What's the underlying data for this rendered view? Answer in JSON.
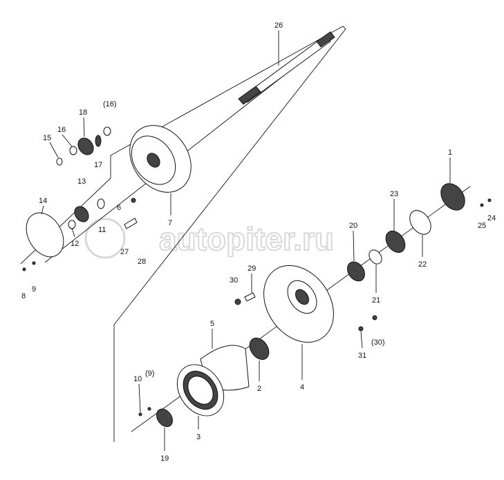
{
  "watermark": "autopiter.ru",
  "labels": {
    "p26": "26",
    "p18": "18",
    "p16b": "(16)",
    "p16": "16",
    "p15": "15",
    "p17": "17",
    "p13": "13",
    "p14": "14",
    "p6": "6",
    "p11": "11",
    "p7": "7",
    "p27": "27",
    "p28": "28",
    "p12": "12",
    "p8": "8",
    "p9": "9",
    "p1": "1",
    "p23": "23",
    "p22": "22",
    "p20": "20",
    "p21": "21",
    "p25": "25",
    "p24": "24",
    "p29": "29",
    "p30": "30",
    "p5": "5",
    "p2": "2",
    "p4": "4",
    "p31": "31",
    "p30b": "(30)",
    "p10": "10",
    "p9b": "(9)",
    "p3": "3",
    "p19": "19"
  }
}
